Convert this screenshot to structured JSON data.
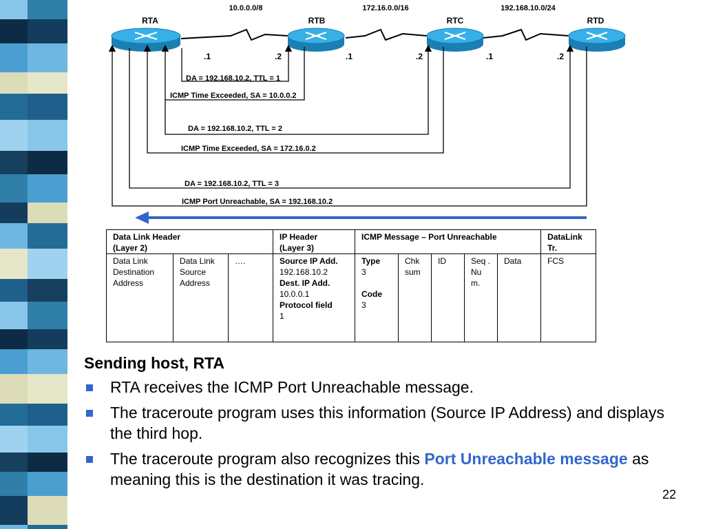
{
  "network": {
    "networks": [
      "10.0.0.0/8",
      "172.16.0.0/16",
      "192.168.10.0/24"
    ],
    "routers": [
      "RTA",
      "RTB",
      "RTC",
      "RTD"
    ],
    "interfaces": [
      ".1",
      ".2",
      ".1",
      ".2",
      ".1",
      ".2"
    ]
  },
  "traces": [
    {
      "request": "DA = 192.168.10.2,   TTL = 1",
      "reply": "ICMP Time Exceeded, SA =  10.0.0.2"
    },
    {
      "request": "DA = 192.168.10.2,   TTL = 2",
      "reply": "ICMP Time Exceeded, SA =  172.16.0.2"
    },
    {
      "request": "DA = 192.168.10.2,   TTL = 3",
      "reply": "ICMP Port Unreachable, SA =  192.168.10.2"
    }
  ],
  "colors": {
    "router": "#2a9dd6",
    "arrow": "#3366cc",
    "bullet": "#3366cc",
    "highlight": "#3366cc"
  },
  "table": {
    "dl_header": "Data Link Header",
    "dl_header_sub": "(Layer 2)",
    "ip_header": "IP Header",
    "ip_header_sub": "(Layer 3)",
    "icmp_header": "ICMP Message – Port Unreachable",
    "trailer": "DataLink Tr.",
    "dl_dest": "Data Link Destination Address",
    "dl_src": "Data Link Source Address",
    "ellipsis": "….",
    "src_ip_label": "Source IP Add.",
    "src_ip": "192.168.10.2",
    "dst_ip_label": "Dest. IP Add.",
    "dst_ip": "10.0.0.1",
    "proto_label": "Protocol field",
    "proto": "1",
    "type_label": "Type",
    "type_val": "3",
    "code_label": "Code",
    "code_val": "3",
    "chk": "Chk sum",
    "id": "ID",
    "seq": "Seq . Nu m.",
    "data": "Data",
    "fcs": "FCS"
  },
  "slide": {
    "heading": "Sending host, RTA",
    "bullet1": "RTA receives the ICMP Port Unreachable message.",
    "bullet2": "The traceroute program uses this information (Source IP Address) and displays the third hop.",
    "bullet3_pre": "The traceroute program also recognizes this ",
    "bullet3_hl": "Port Unreachable message",
    "bullet3_post": " as meaning this is the destination it was tracing.",
    "page_number": "22"
  }
}
